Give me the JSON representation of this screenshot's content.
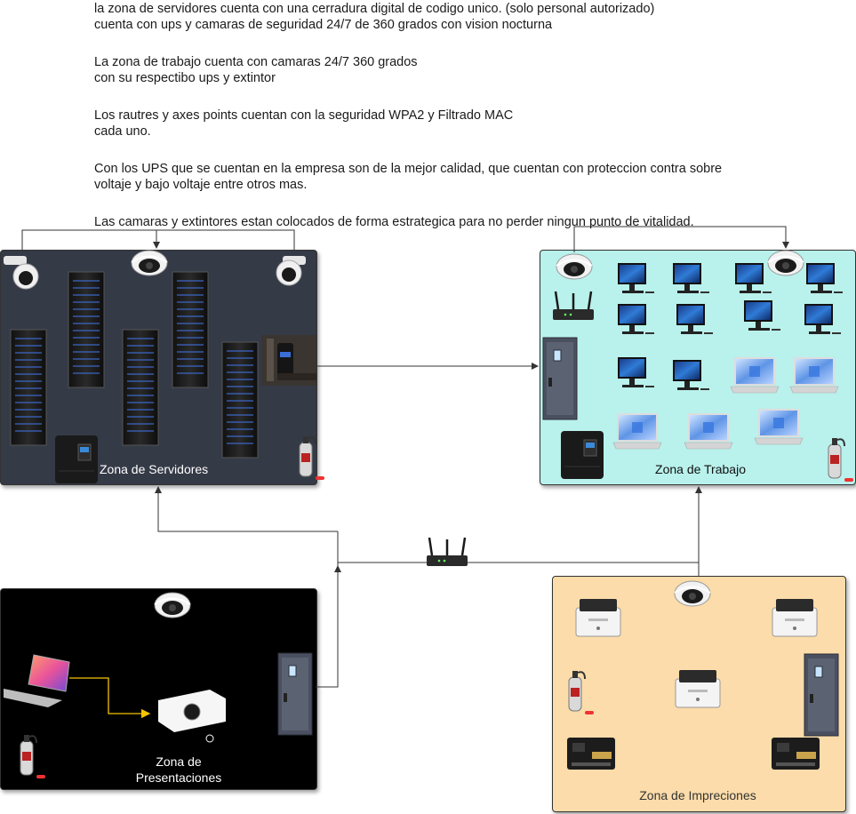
{
  "notes": [
    [
      "la zona de servidores cuenta con una cerradura digital de codigo unico. (solo personal autorizado)",
      "cuenta con ups y camaras de seguridad 24/7  de 360 grados con vision nocturna"
    ],
    [
      "La zona de trabajo cuenta con camaras 24/7 360 grados",
      "con su respectibo ups y extintor"
    ],
    [
      "Los rautres y axes points cuentan con la seguridad WPA2 y Filtrado MAC",
      "cada uno."
    ],
    [
      "Con los UPS que se cuentan en la empresa son de la mejor calidad, que cuentan con proteccion contra sobre",
      "voltaje  y bajo voltaje entre otros mas."
    ],
    [
      "Las camaras y extintores estan colocados de forma estrategica para no perder ningun punto de vitalidad."
    ]
  ],
  "zones": {
    "servidores": {
      "label": "Zona de Servidores",
      "color": "#353a47"
    },
    "trabajo": {
      "label": "Zona de Trabajo",
      "color": "#b9f1ec"
    },
    "presentaciones": {
      "label_line1": "Zona de",
      "label_line2": "Presentaciones",
      "color": "#000000"
    },
    "impreciones": {
      "label": "Zona de Impreciones",
      "color": "#fbdcaa"
    }
  }
}
